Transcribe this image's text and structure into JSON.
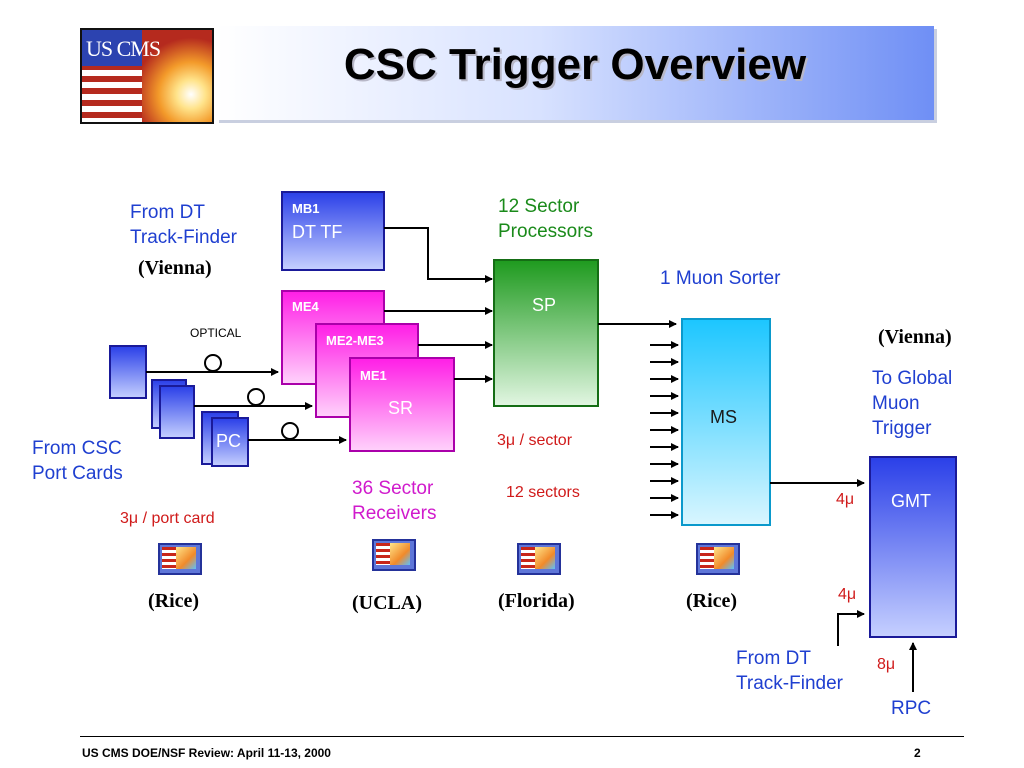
{
  "title": "CSC Trigger Overview",
  "logo": {
    "text": "US CMS"
  },
  "blocks": {
    "dt_tf": {
      "tag": "MB1",
      "label": "DT TF"
    },
    "me4": {
      "tag": "ME4"
    },
    "me23": {
      "tag": "ME2-ME3"
    },
    "me1": {
      "tag": "ME1",
      "label": "SR"
    },
    "sp": {
      "label": "SP"
    },
    "ms": {
      "label": "MS"
    },
    "gmt": {
      "label": "GMT"
    },
    "pc": {
      "label": "PC"
    }
  },
  "labels": {
    "from_dt_top": [
      "From DT",
      "Track-Finder"
    ],
    "vienna_left": "(Vienna)",
    "optical": "OPTICAL",
    "from_csc": [
      "From CSC",
      "Port Cards"
    ],
    "per_port_card": "3μ  / port card",
    "sector_processors": [
      "12 Sector",
      "Processors"
    ],
    "muon_sorter": "1 Muon Sorter",
    "per_sector": "3μ  / sector",
    "twelve_sectors": "12 sectors",
    "sector_receivers": [
      "36 Sector",
      "Receivers"
    ],
    "vienna_right": "(Vienna)",
    "to_global": [
      "To Global",
      "Muon",
      "Trigger"
    ],
    "gmt_in_top": "4μ",
    "gmt_in_bottom": "4μ",
    "rpc_in": "8μ",
    "from_dt_bottom": [
      "From DT",
      "Track-Finder"
    ],
    "rpc": "RPC",
    "rice_left": "(Rice)",
    "ucla": "(UCLA)",
    "florida": "(Florida)",
    "rice_right": "(Rice)"
  },
  "footer": {
    "left": "US CMS DOE/NSF Review:  April 11-13, 2000",
    "page": "2"
  },
  "colors": {
    "blue_box": "#3a4fe8",
    "magenta_box": "#ff33ee",
    "green_box": "#2ca02c",
    "cyan_box": "#33ccff",
    "arrow": "#000000"
  }
}
